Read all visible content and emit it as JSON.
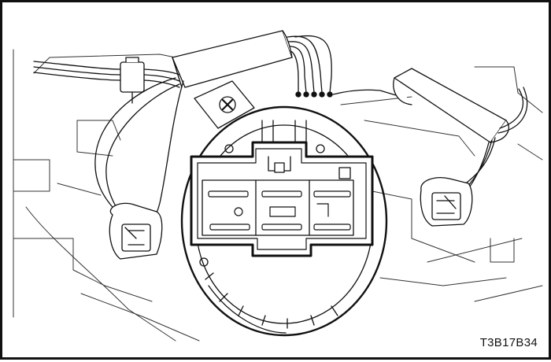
{
  "figure": {
    "caption": "T3B17B34",
    "parts": [
      "dashboard-outline",
      "left-bulb-socket",
      "right-bulb-socket",
      "left-connector-plug",
      "upper-wire-harness-connector",
      "right-wire-harness-connector",
      "screw-bracket",
      "blower-resistor-opening",
      "blower-resistor",
      "resistor-terminals"
    ],
    "colors": {
      "line": "#111111",
      "background": "#ffffff"
    }
  }
}
